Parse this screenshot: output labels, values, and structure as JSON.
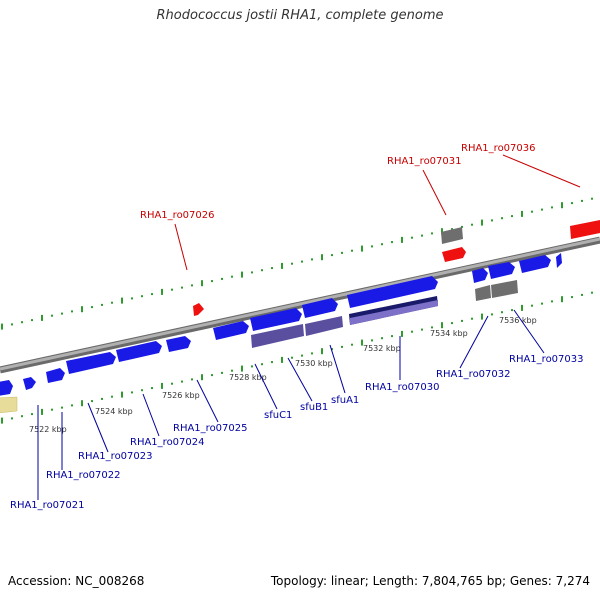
{
  "header": {
    "title": "Rhodococcus jostii RHA1, complete genome"
  },
  "footer": {
    "accession": "Accession: NC_008268",
    "summary": "Topology: linear; Length: 7,804,765 bp; Genes: 7,274"
  },
  "colors": {
    "backbone": "#8c8c8c",
    "tick_dot": "#2f9b2f",
    "forward_cds": "#1a1ae6",
    "reverse_cds": "#ef1010",
    "operon": "#5a4f9e",
    "operon_alt": "#1a1a6b",
    "pseudo": "#6e6e6e",
    "edge_feature": "#e8dc9a",
    "label_forward": "#0000a0",
    "label_reverse": "#c80000",
    "ruler_text": "#333333"
  },
  "ruler": [
    "7522 kbp",
    "7524 kbp",
    "7526 kbp",
    "7528 kbp",
    "7530 kbp",
    "7532 kbp",
    "7534 kbp",
    "7536 kbp"
  ],
  "genes": {
    "reverse": [
      "RHA1_ro07026",
      "RHA1_ro07031",
      "RHA1_ro07036"
    ],
    "forward": [
      "RHA1_ro07021",
      "RHA1_ro07022",
      "RHA1_ro07023",
      "RHA1_ro07024",
      "RHA1_ro07025",
      "sfuC1",
      "sfuB1",
      "sfuA1",
      "RHA1_ro07030",
      "RHA1_ro07032",
      "RHA1_ro07033"
    ]
  }
}
